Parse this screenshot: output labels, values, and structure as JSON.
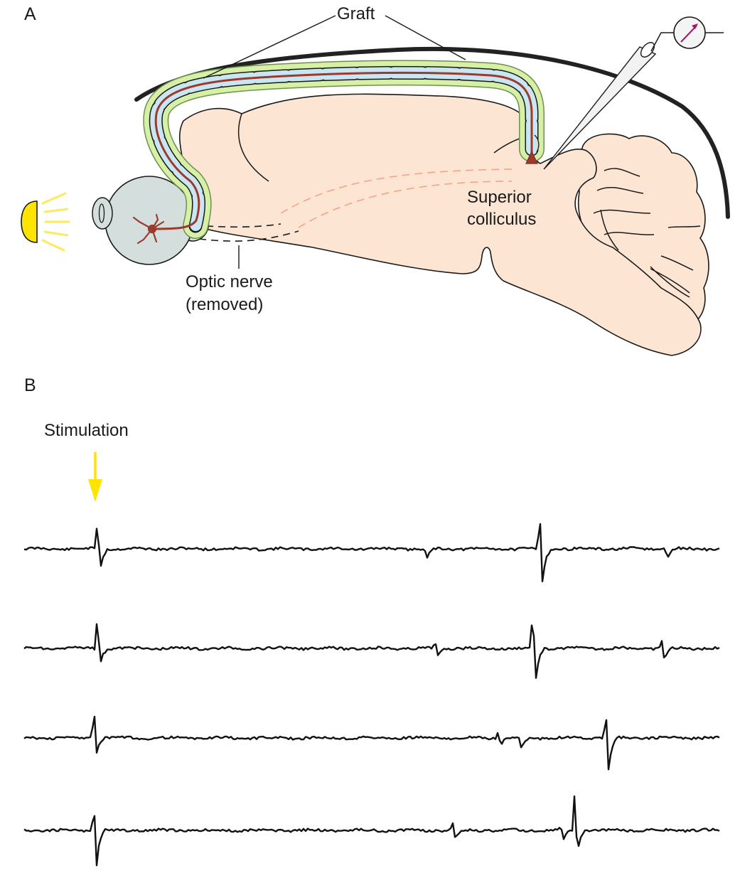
{
  "panel_a": {
    "letter": "A",
    "labels": {
      "graft": "Graft",
      "superior_line1": "Superior",
      "superior_line2": "colliculus",
      "optic_line1": "Optic nerve",
      "optic_line2": "(removed)"
    }
  },
  "panel_b": {
    "letter": "B",
    "stimulation_label": "Stimulation",
    "traces": [
      {
        "spikes": [
          {
            "t": 0.105,
            "up": 42,
            "down": 30
          },
          {
            "t": 0.575,
            "up": 0,
            "down": 14
          },
          {
            "t": 0.74,
            "up": 56,
            "down": 50
          },
          {
            "t": 0.92,
            "up": 0,
            "down": 12
          }
        ]
      },
      {
        "spikes": [
          {
            "t": 0.105,
            "up": 48,
            "down": 22
          },
          {
            "t": 0.59,
            "up": 12,
            "down": 12
          },
          {
            "t": 0.73,
            "up": 62,
            "down": 50
          },
          {
            "t": 0.915,
            "up": 14,
            "down": 18
          }
        ]
      },
      {
        "spikes": [
          {
            "t": 0.1,
            "up": 48,
            "down": 20
          },
          {
            "t": 0.68,
            "up": 10,
            "down": 12
          },
          {
            "t": 0.71,
            "up": 0,
            "down": 16
          },
          {
            "t": 0.835,
            "up": 42,
            "down": 50
          }
        ]
      },
      {
        "spikes": [
          {
            "t": 0.1,
            "up": 42,
            "down": 48
          },
          {
            "t": 0.615,
            "up": 12,
            "down": 14
          },
          {
            "t": 0.77,
            "up": 8,
            "down": 14
          },
          {
            "t": 0.79,
            "up": 52,
            "down": 34
          }
        ]
      }
    ]
  }
}
